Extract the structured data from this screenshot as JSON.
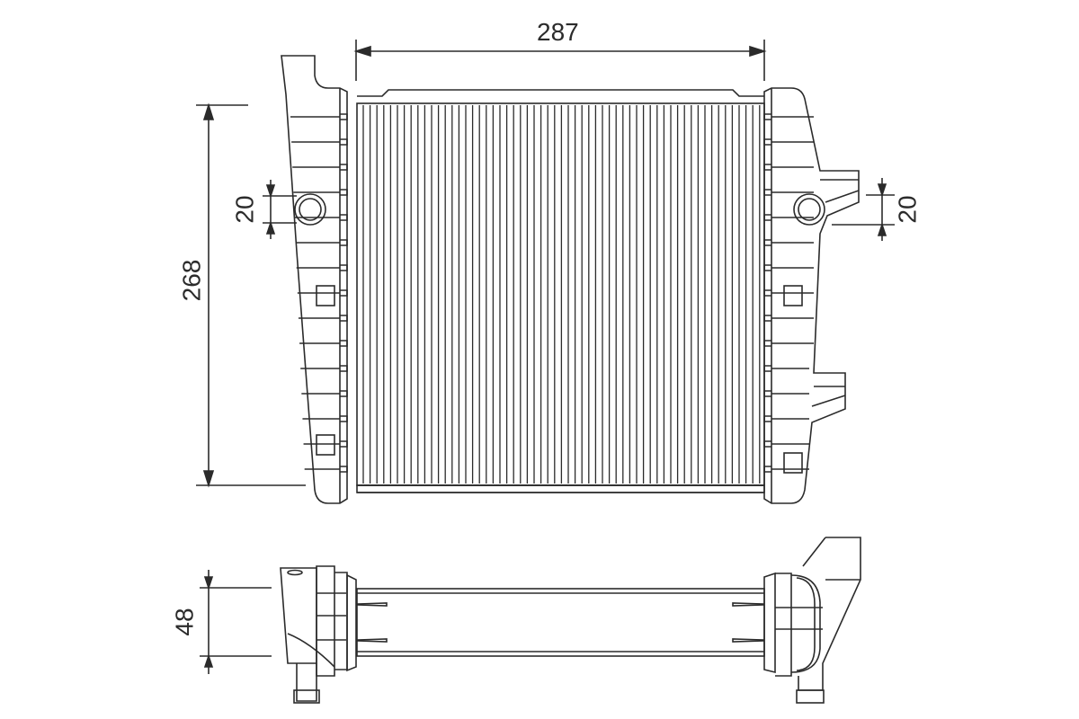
{
  "diagram": {
    "type": "technical-drawing",
    "subject": "radiator / heat exchanger with side tanks",
    "line_color": "#2b2b2b",
    "views": [
      {
        "name": "front-view",
        "description": "Core with vertical fins, left and right plastic tanks with outlet pipes"
      },
      {
        "name": "top-view",
        "description": "Core depth view with tanks and pipe stubs"
      }
    ],
    "dimensions": {
      "width": {
        "value": "287",
        "orientation": "horizontal"
      },
      "height": {
        "value": "268",
        "orientation": "vertical"
      },
      "left_pipe": {
        "value": "20",
        "orientation": "vertical"
      },
      "right_pipe": {
        "value": "20",
        "orientation": "vertical"
      },
      "depth": {
        "value": "48",
        "orientation": "vertical"
      }
    }
  }
}
